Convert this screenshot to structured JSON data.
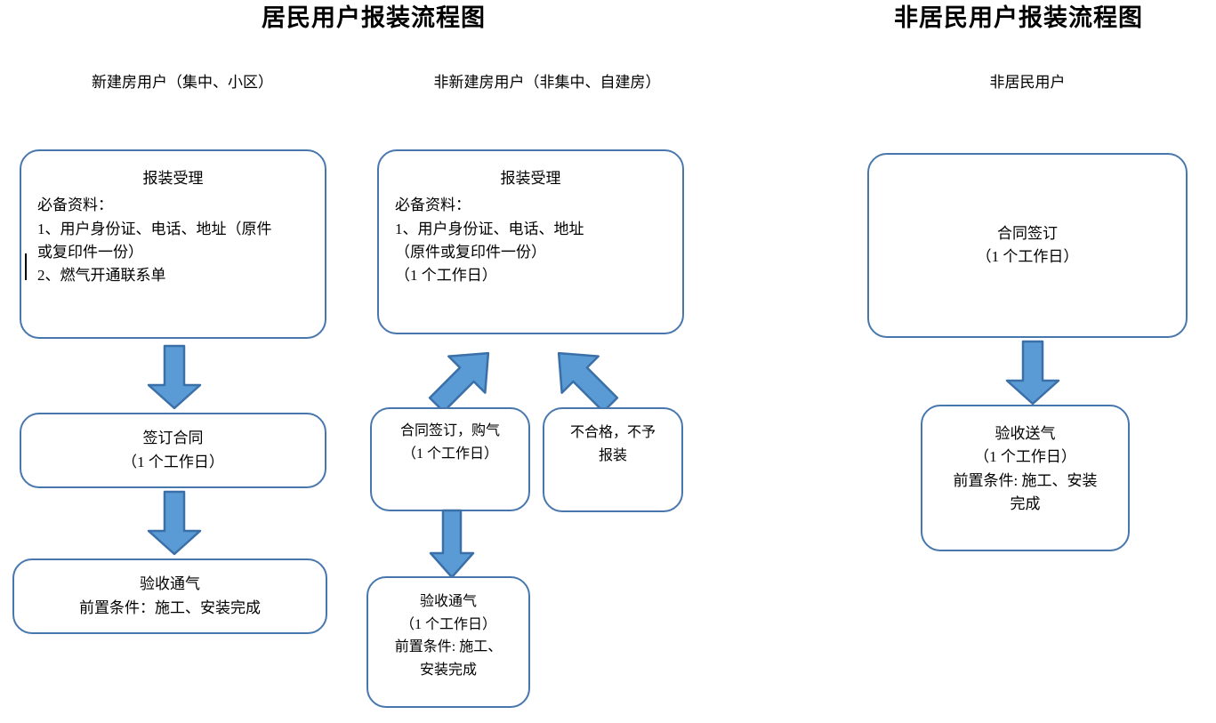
{
  "page": {
    "background_color": "#ffffff",
    "box_border_color": "#4877AE",
    "arrow_fill_color": "#5B9BD5",
    "arrow_stroke_color": "#3A6FA8",
    "text_color": "#000000"
  },
  "titles": [
    {
      "id": "residential",
      "text": "居民用户报装流程图"
    },
    {
      "id": "non-residential",
      "text": "非居民用户报装流程图"
    }
  ],
  "columns": [
    {
      "id": "new-build",
      "subtitle": "新建房用户（集中、小区）"
    },
    {
      "id": "non-new-build",
      "subtitle": "非新建房用户（非集中、自建房）"
    },
    {
      "id": "non-residential-user",
      "subtitle": "非居民用户"
    }
  ],
  "nodes": {
    "c1_accept": {
      "name": "报装受理",
      "lines": [
        "报装受理",
        "必备资料：",
        "1、用户身份证、电话、地址（原件",
        "或复印件一份）",
        "2、燃气开通联系单"
      ]
    },
    "c1_contract": {
      "name": "签订合同",
      "lines": [
        "签订合同",
        "（1 个工作日）"
      ]
    },
    "c1_accept_gas": {
      "name": "验收通气",
      "lines": [
        "验收通气",
        "前置条件：施工、安装完成"
      ]
    },
    "c2_accept": {
      "name": "报装受理",
      "lines": [
        "报装受理",
        "必备资料：",
        "1、用户身份证、电话、地址",
        "（原件或复印件一份）",
        "（1 个工作日）"
      ]
    },
    "c2_contract": {
      "name": "合同签订，购气",
      "lines": [
        "合同签订，购气",
        "（1 个工作日）"
      ]
    },
    "c2_reject": {
      "name": "不合格，不予报装",
      "lines": [
        "不合格，不予",
        "报装"
      ]
    },
    "c2_accept_gas": {
      "name": "验收通气",
      "lines": [
        "验收通气",
        "（1 个工作日）",
        "前置条件: 施工、",
        "安装完成"
      ]
    },
    "c3_contract": {
      "name": "合同签订",
      "lines": [
        "合同签订",
        "（1 个工作日）"
      ]
    },
    "c3_deliver_gas": {
      "name": "验收送气",
      "lines": [
        "验收送气",
        "（1 个工作日）",
        "前置条件: 施工、安装",
        "完成"
      ]
    }
  },
  "arrows": [
    {
      "id": "c1-accept-to-contract",
      "direction": "down"
    },
    {
      "id": "c1-contract-to-acceptgas",
      "direction": "down"
    },
    {
      "id": "c2-accept-to-contract",
      "direction": "down-left"
    },
    {
      "id": "c2-accept-to-reject",
      "direction": "down-right"
    },
    {
      "id": "c2-contract-to-acceptgas",
      "direction": "down"
    },
    {
      "id": "c3-contract-to-delivergas",
      "direction": "down"
    }
  ]
}
